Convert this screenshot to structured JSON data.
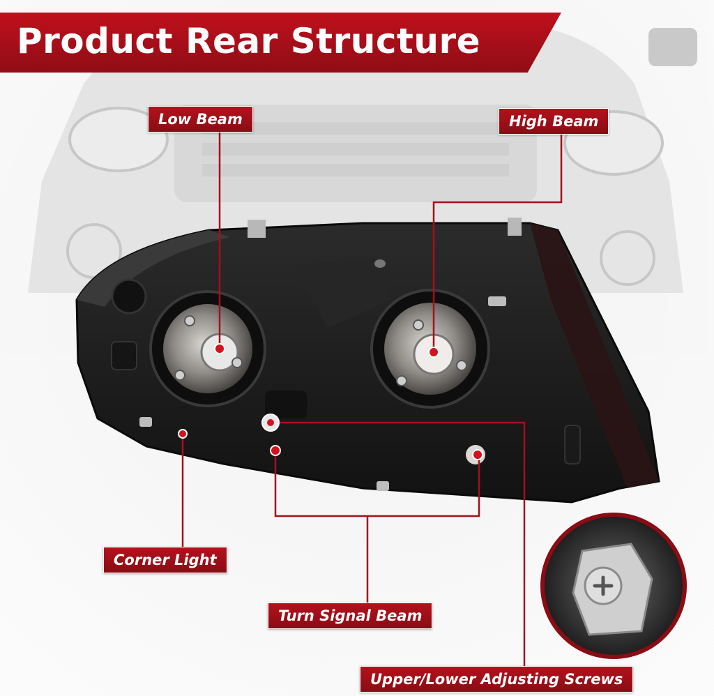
{
  "title": "Product Rear Structure",
  "labels": {
    "low_beam": "Low Beam",
    "high_beam": "High Beam",
    "corner_light": "Corner Light",
    "turn_signal_beam": "Turn Signal Beam",
    "adjusting_screws": "Upper/Lower Adjusting Screws"
  },
  "colors": {
    "accent_red": "#b3121c",
    "housing_black": "#1c1c1c",
    "background_gray": "#d8d8d8"
  },
  "icons": {
    "marker": "red-dot-icon",
    "screw": "phillips-screw-icon"
  }
}
